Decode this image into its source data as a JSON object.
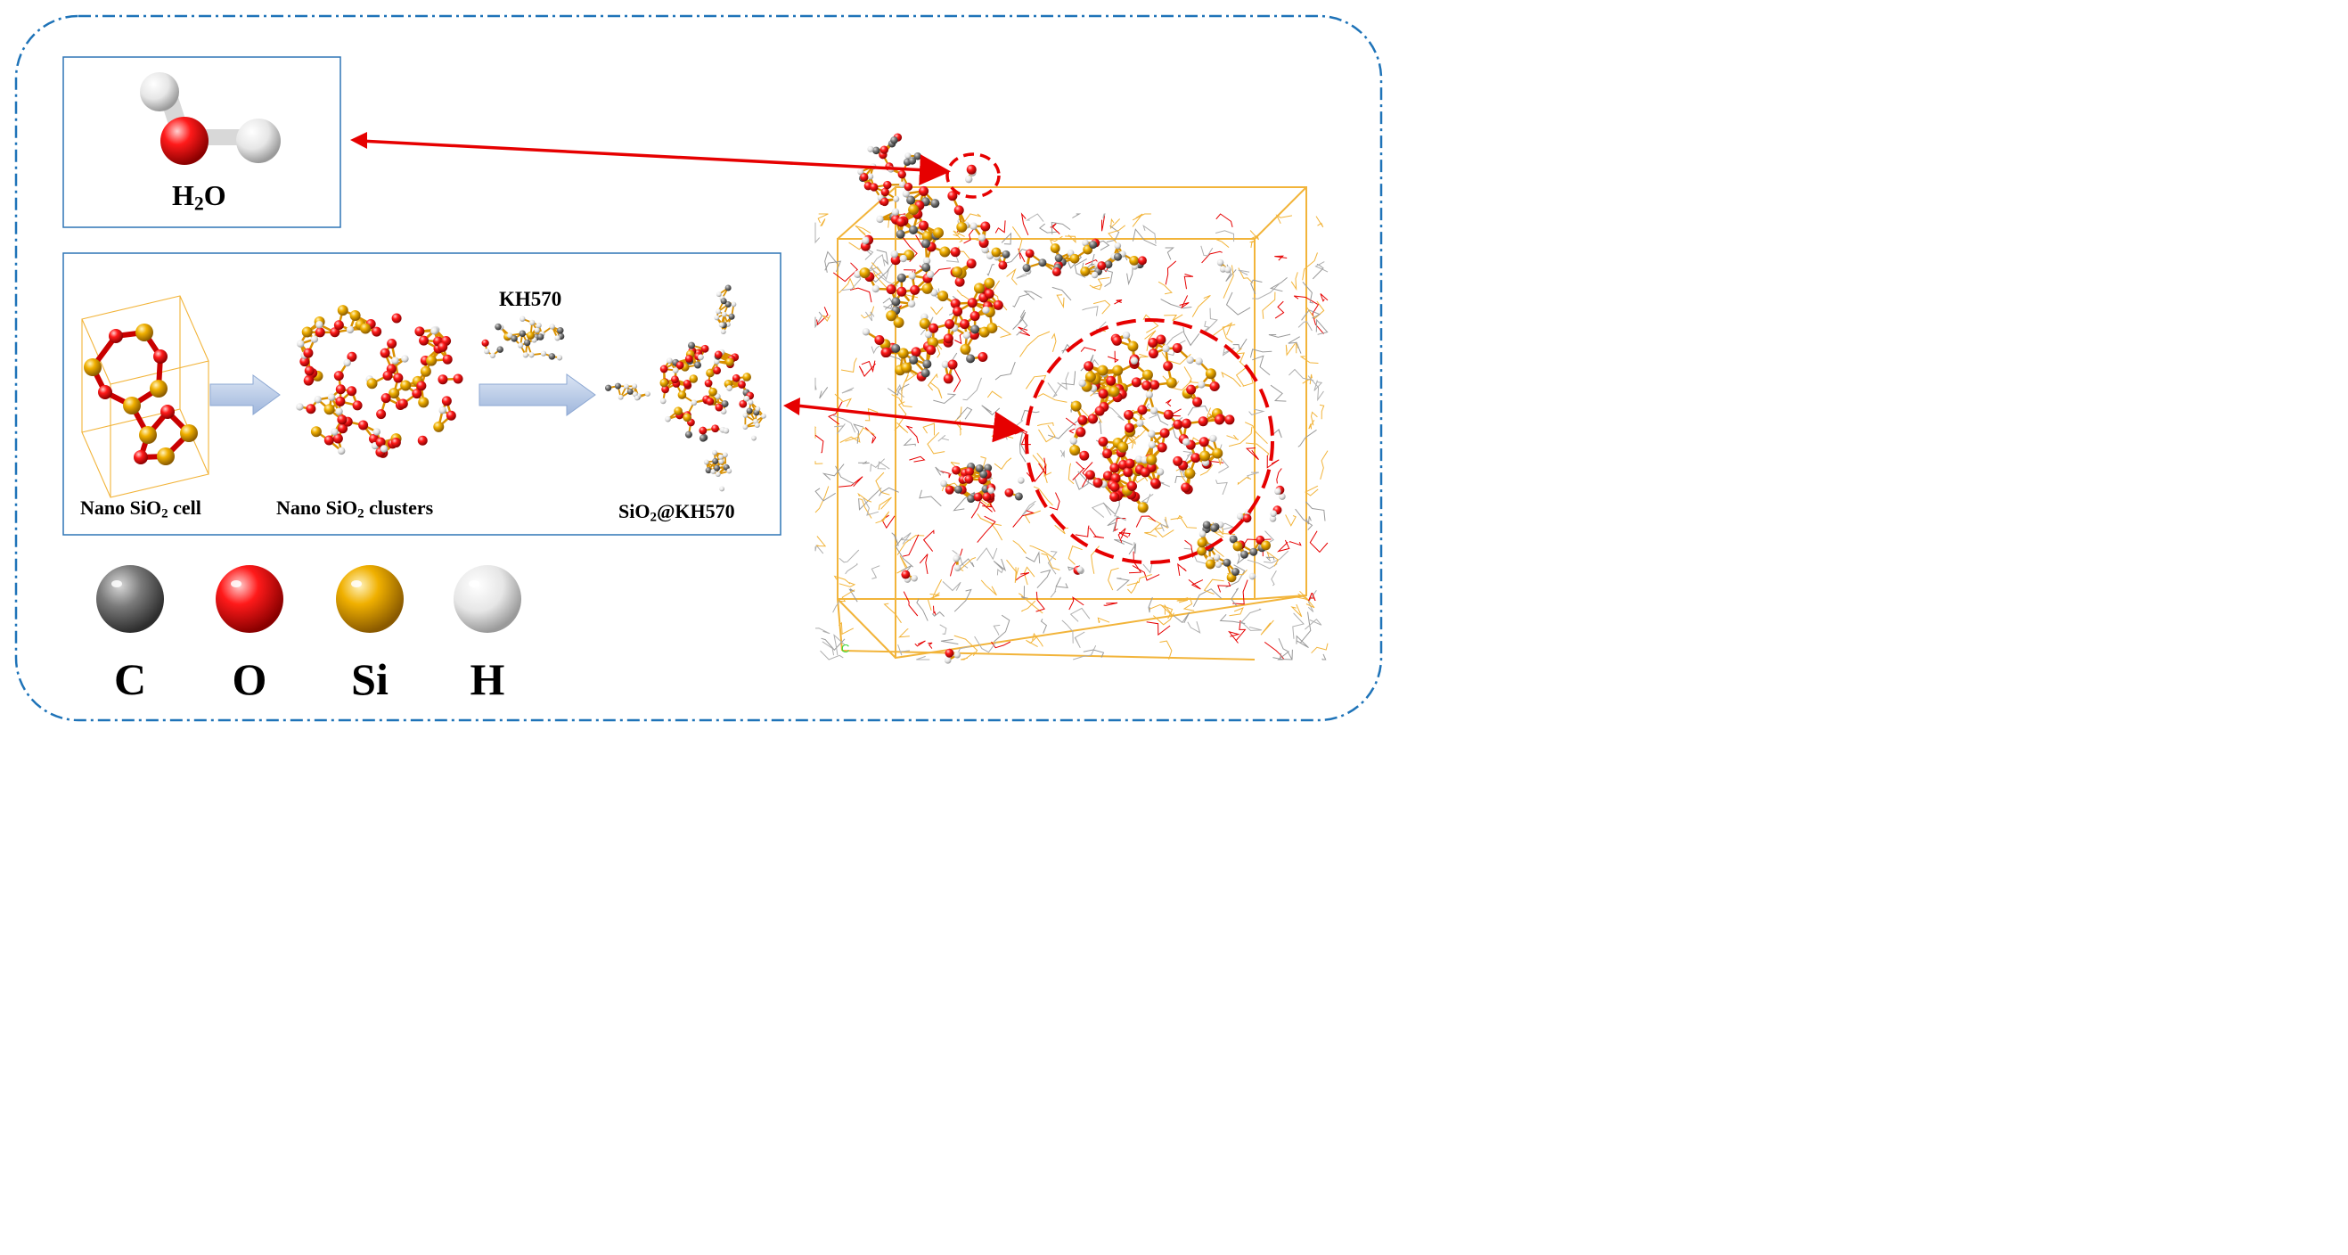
{
  "labels": {
    "water": "H",
    "water_sub": "2",
    "water_tail": "O",
    "kh570": "KH570",
    "cell_pre": "Nano SiO",
    "cell_sub": "2",
    "cell_post": " cell",
    "clusters_pre": "Nano SiO",
    "clusters_sub": "2",
    "clusters_post": " clusters",
    "grafted_pre": "SiO",
    "grafted_sub": "2",
    "grafted_post": "@KH570"
  },
  "legend": [
    {
      "symbol": "C",
      "color": "#6b6b6b"
    },
    {
      "symbol": "O",
      "color": "#e60000"
    },
    {
      "symbol": "Si",
      "color": "#e6a800"
    },
    {
      "symbol": "H",
      "color": "#e8e8e8"
    }
  ],
  "box_axes": {
    "c": "C",
    "a": "A"
  },
  "colors": {
    "frame": "#1e73b8",
    "panel": "#2e75b6",
    "arrow": "#e60000",
    "cell_box": "#f2b43a",
    "process_arrow": "#b7c8e6"
  }
}
